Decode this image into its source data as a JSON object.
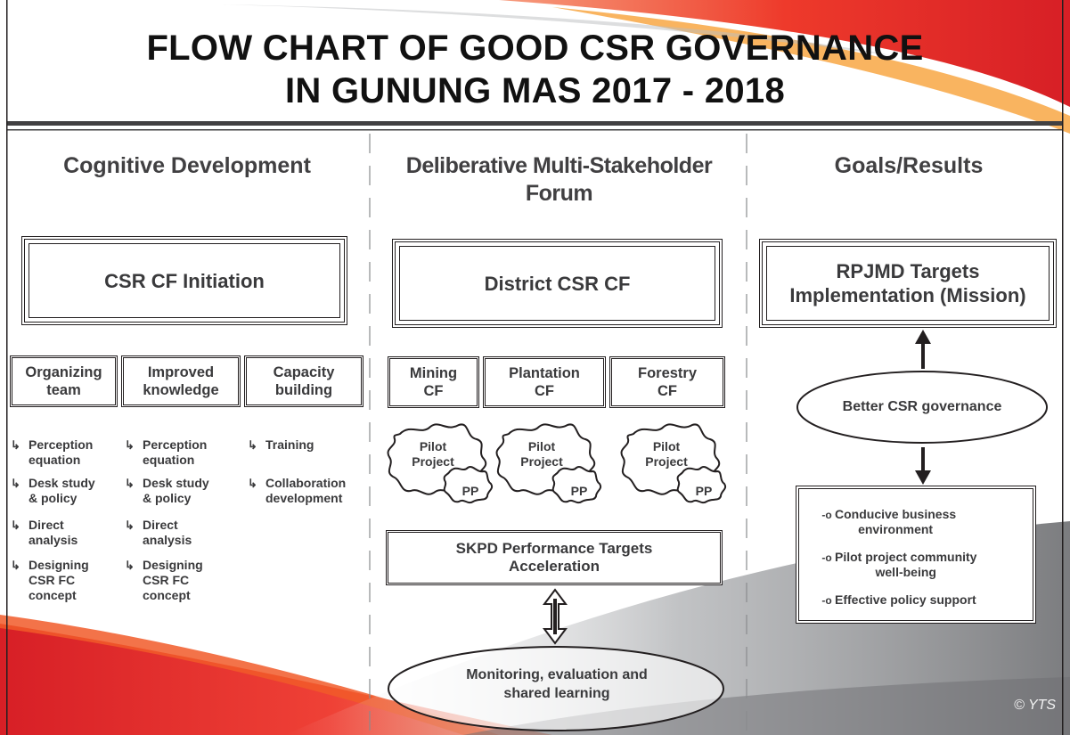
{
  "title": {
    "line1": "FLOW CHART OF GOOD CSR GOVERNANCE",
    "line2": "IN GUNUNG MAS 2017 - 2018"
  },
  "columns": {
    "left": {
      "heading": "Cognitive Development",
      "main_box": "CSR CF Initiation",
      "sub_boxes": [
        "Organizing\nteam",
        "Improved\nknowledge",
        "Capacity\nbuilding"
      ],
      "lists": [
        [
          "Perception\nequation",
          "Desk study\n& policy",
          "Direct\nanalysis",
          "Designing\nCSR FC\nconcept"
        ],
        [
          "Perception\nequation",
          "Desk study\n& policy",
          "Direct\nanalysis",
          "Designing\nCSR FC\nconcept"
        ],
        [
          "Training",
          "Collaboration\ndevelopment"
        ]
      ]
    },
    "middle": {
      "heading": "Deliberative Multi-Stakeholder\nForum",
      "main_box": "District CSR CF",
      "sub_boxes": [
        "Mining\nCF",
        "Plantation\nCF",
        "Forestry\nCF"
      ],
      "pilot_label": "Pilot\nProject",
      "pp_label": "PP",
      "skpd_box": "SKPD Performance Targets\nAcceleration",
      "monitoring": "Monitoring, evaluation and\nshared learning"
    },
    "right": {
      "heading": "Goals/Results",
      "main_box": "RPJMD Targets\nImplementation (Mission)",
      "governance": "Better CSR governance",
      "results": [
        "Conducive business\nenvironment",
        "Pilot project community\nwell-being",
        "Effective policy support"
      ]
    }
  },
  "copyright": "© YTS",
  "colors": {
    "accent_red": "#e2262f",
    "accent_orange": "#f15a29",
    "grey_swoosh": "#bcbec0",
    "text": "#3a3a3c",
    "line": "#231f20"
  }
}
